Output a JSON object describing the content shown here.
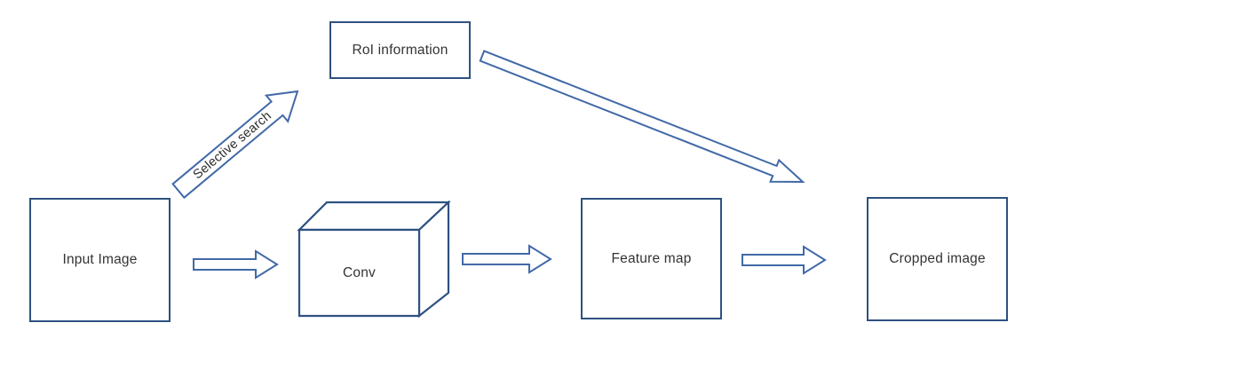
{
  "diagram": {
    "type": "flowchart",
    "background": "#ffffff",
    "nodes": [
      {
        "id": "input-image",
        "label": "Input Image",
        "shape": "rectangle"
      },
      {
        "id": "roi-information",
        "label": "RoI information",
        "shape": "rectangle"
      },
      {
        "id": "conv",
        "label": "Conv",
        "shape": "cuboid-3d"
      },
      {
        "id": "feature-map",
        "label": "Feature map",
        "shape": "rectangle"
      },
      {
        "id": "cropped-image",
        "label": "Cropped image",
        "shape": "rectangle"
      }
    ],
    "edges": [
      {
        "from": "input-image",
        "to": "roi-information",
        "label": "Selective search",
        "style": "outlined-block-arrow",
        "direction": "up-right"
      },
      {
        "from": "input-image",
        "to": "conv",
        "label": "",
        "style": "outlined-block-arrow",
        "direction": "right"
      },
      {
        "from": "conv",
        "to": "feature-map",
        "label": "",
        "style": "outlined-block-arrow",
        "direction": "right"
      },
      {
        "from": "feature-map",
        "to": "cropped-image",
        "label": "",
        "style": "outlined-block-arrow",
        "direction": "right"
      },
      {
        "from": "roi-information",
        "to": "cropped-image",
        "label": "",
        "style": "outlined-block-arrow",
        "direction": "down-right"
      }
    ],
    "colors": {
      "node_border": "#2e5181",
      "arrow_stroke": "#4169a8",
      "arrow_fill": "#ffffff",
      "text": "#333333"
    }
  }
}
